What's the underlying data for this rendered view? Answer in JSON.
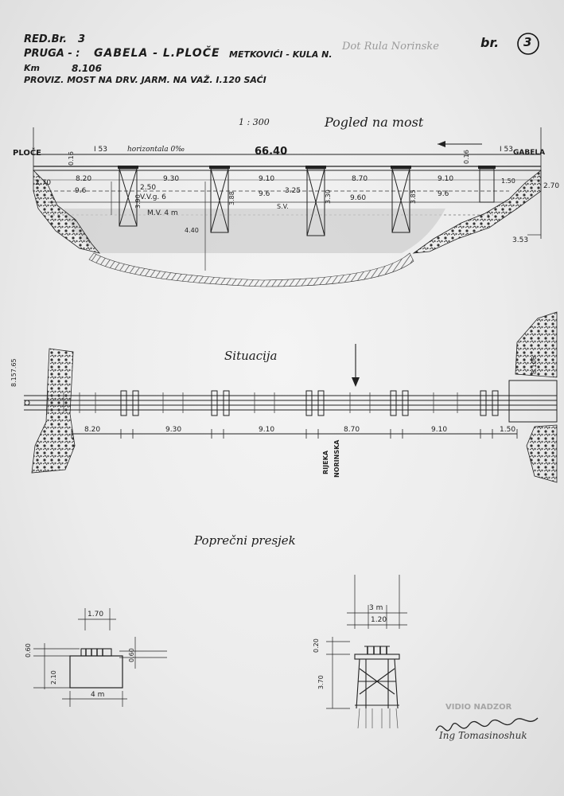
{
  "header": {
    "red_br_label": "RED.Br.",
    "red_br_value": "3",
    "pruga_label": "PRUGA - :",
    "pruga_value": "GABELA - L.PLOČE",
    "pruga_extra": "METKOVIĆI - KULA N.",
    "km_label": "Km",
    "km_value": "8.106",
    "proviz_title": "PROVIZ. MOST NA DRV. JARM. NA VAŽ. I.120 SAĆI",
    "faint_note": "Dot Rula Norinske",
    "sheet_label": "br.",
    "sheet_number": "3"
  },
  "elevation": {
    "scale": "1 : 300",
    "title": "Pogled na most",
    "left_station": "PLOČE",
    "right_station": "GABELA",
    "total_length": "66.40",
    "gradient_note": "horizontala 0‰",
    "beam_left": "I 53",
    "beam_right": "I 53",
    "span_labels": [
      "8.20",
      "9.30",
      "9.10",
      "8.70",
      "9.10"
    ],
    "pier_depths": [
      "9.6",
      "9.6",
      "9.60",
      "9.6"
    ],
    "water_marks": [
      "2.50",
      "V.V.g. 6",
      "M.V. 4 m",
      "S.V.",
      "3.25"
    ],
    "side_left": "2.70",
    "side_right": "2.70",
    "abutment_right": "3.53",
    "depth_mark": "4.40",
    "small_marks": [
      "0.16",
      "0.16",
      "1.50",
      "3.88",
      "3.30",
      "3.85",
      "3.90"
    ]
  },
  "plan": {
    "title": "Situacija",
    "river_label": "RIJEKA",
    "river_name": "NORINSKA",
    "left_km": "8.157.65",
    "right_km": "8.106",
    "span_labels": [
      "8.20",
      "9.30",
      "9.10",
      "8.70",
      "9.10",
      "1.50"
    ]
  },
  "section": {
    "title": "Poprečni presjek",
    "left_top": "1.70",
    "left_h1": "0.60",
    "left_h2": "2.10",
    "left_r": "0.60",
    "left_width": "4 m",
    "right_top": "3 m",
    "right_sub": "1.20",
    "right_h1": "0.20",
    "right_h2": "3.70"
  },
  "signature": {
    "stamp_text": "VIDIO NADZOR",
    "sign_text": "Ing Tomasinoshuk"
  }
}
